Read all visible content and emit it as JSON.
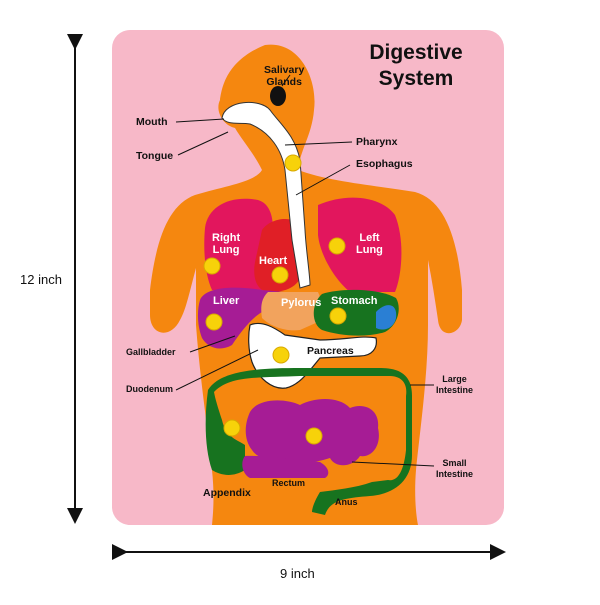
{
  "title": {
    "line1": "Digestive",
    "line2": "System"
  },
  "dimensions": {
    "height": "12 inch",
    "width": "9 inch"
  },
  "labels": {
    "salivary_glands": "Salivary\nGlands",
    "mouth": "Mouth",
    "tongue": "Tongue",
    "pharynx": "Pharynx",
    "esophagus": "Esophagus",
    "right_lung": "Right\nLung",
    "left_lung": "Left\nLung",
    "heart": "Heart",
    "liver": "Liver",
    "pylorus": "Pylorus",
    "stomach": "Stomach",
    "pancreas": "Pancreas",
    "gallbladder": "Gallbladder",
    "duodenum": "Duodenum",
    "large_intestine": "Large\nIntestine",
    "small_intestine": "Small\nIntestine",
    "appendix": "Appendix",
    "rectum": "Rectum",
    "anus": "Anus"
  },
  "colors": {
    "board": "#f7b8c8",
    "body": "#f5870f",
    "lungs": "#e2165d",
    "heart": "#e01f26",
    "liver": "#a61c95",
    "stomach": "#17731f",
    "pylorus": "#f2a35d",
    "esophagus": "#ffffff",
    "intestine_large": "#17731f",
    "intestine_small": "#a61c95",
    "knob": "#f7d20a",
    "spleen": "#2a7fd4"
  }
}
